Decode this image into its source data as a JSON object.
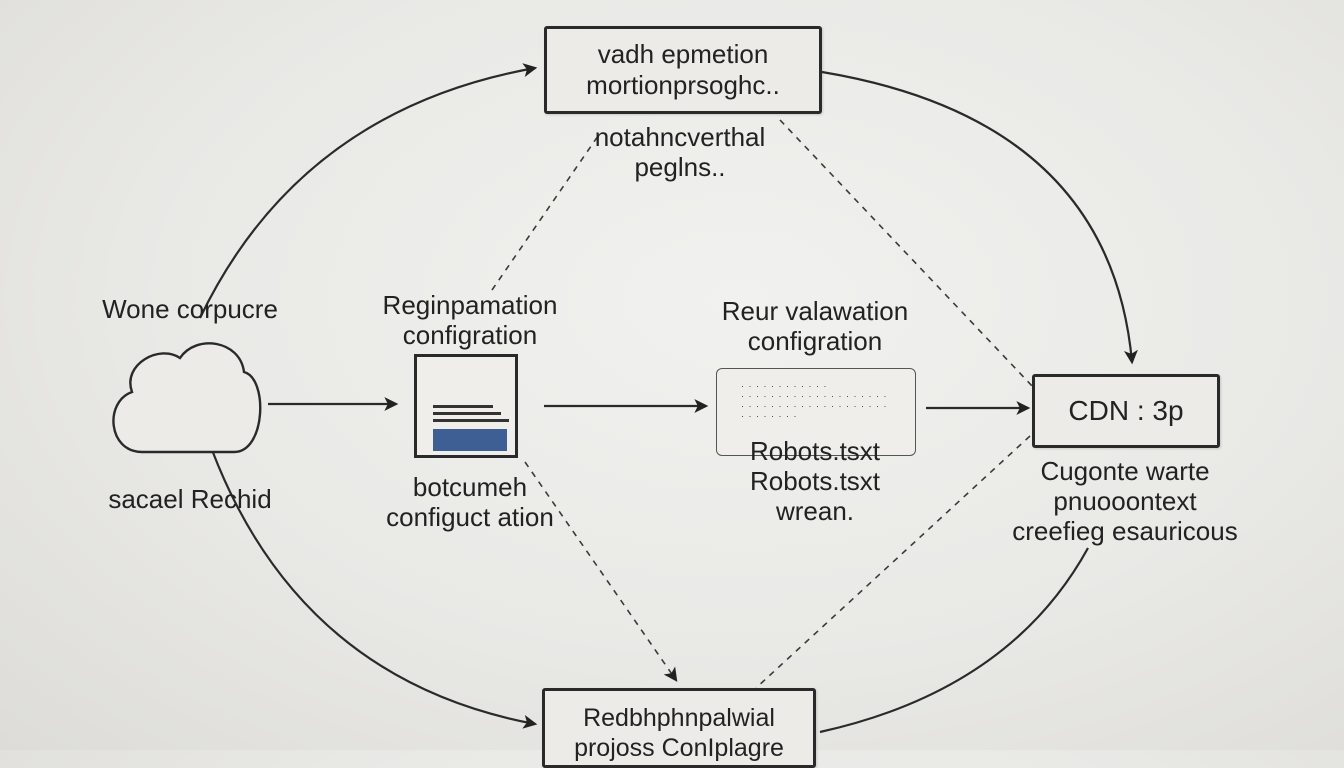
{
  "nodes": {
    "top_box": {
      "lines": [
        "vadh epmetion",
        "mortionprsoghc.."
      ]
    },
    "top_caption": {
      "lines": [
        "notahncverthal",
        "peglns.."
      ]
    },
    "cloud_label_top": "Wone corpucre",
    "cloud_label_bottom": "sacael Rechid",
    "doc_label_top": {
      "lines": [
        "Reginpamation",
        "configration"
      ]
    },
    "doc_label_bottom": {
      "lines": [
        "botcumeh",
        "configuct ation"
      ]
    },
    "panel_label_top": {
      "lines": [
        "Reur valawation",
        "configration"
      ]
    },
    "panel_text": {
      "lines": [
        "Robots.tsxt",
        "Robots.tsxt",
        "wrean."
      ]
    },
    "cdn_box": "CDN : 3p",
    "cdn_caption": {
      "lines": [
        "Cugonte warte",
        "pnuooontext",
        "creefieg esauricous"
      ]
    },
    "bottom_box": {
      "lines": [
        "Redbhphnpalwial",
        "projoss ConIplagre"
      ]
    }
  },
  "colors": {
    "stroke": "#2a2a2a",
    "accent_blue": "#3e5f94",
    "background": "#ebebe8"
  }
}
